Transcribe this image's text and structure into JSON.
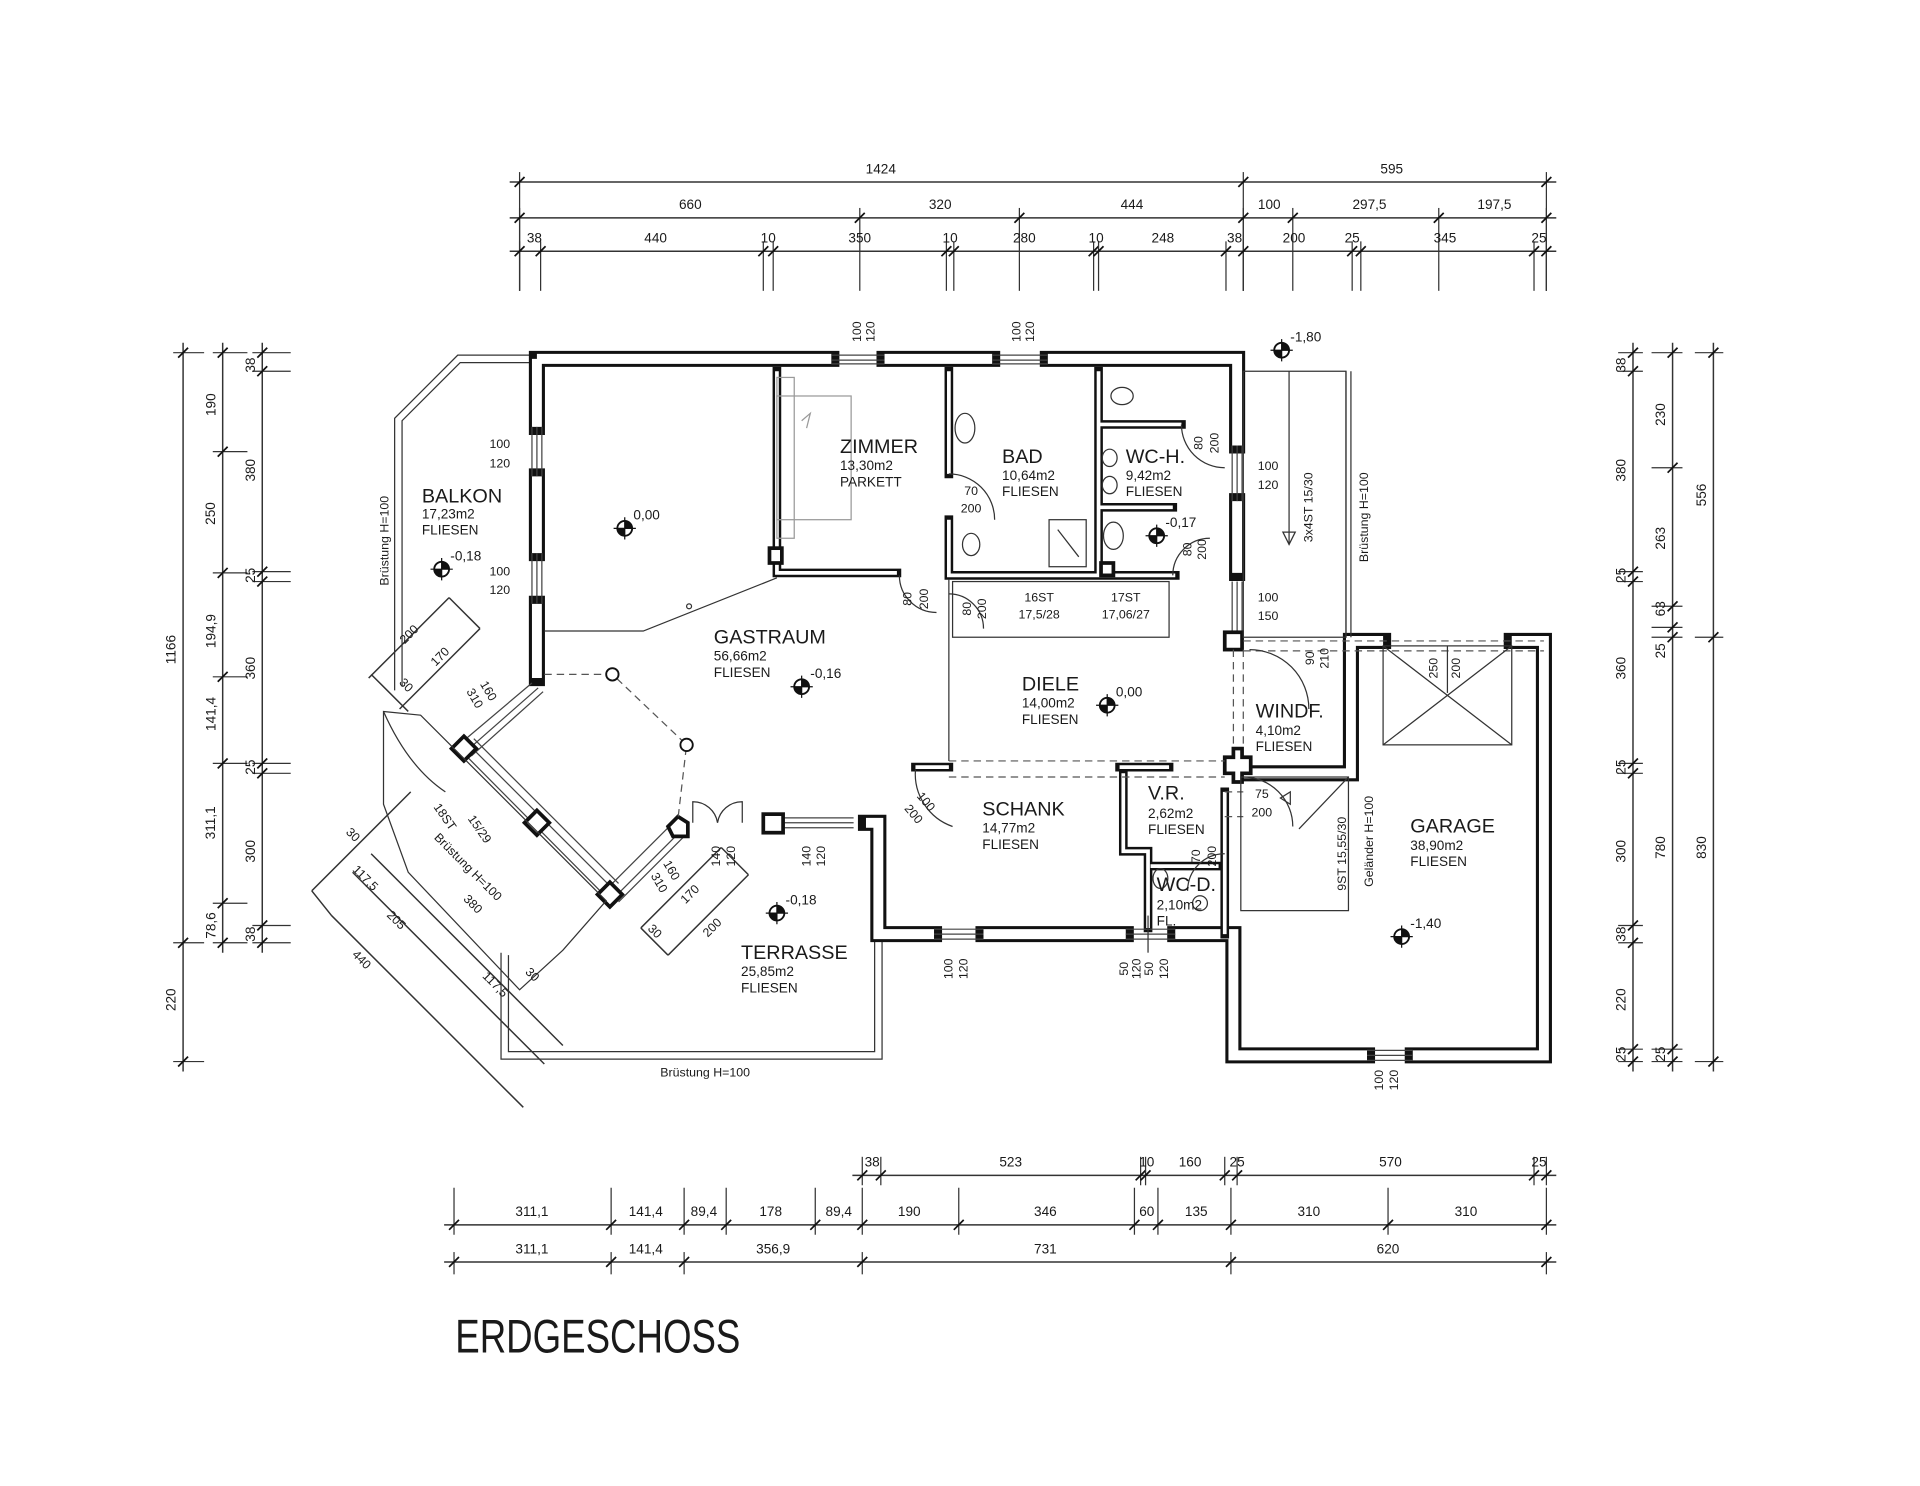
{
  "title": "ERDGESCHOSS",
  "rooms": [
    {
      "name": "BALKON",
      "area": "17,23m2",
      "floor": "FLIESEN"
    },
    {
      "name": "ZIMMER",
      "area": "13,30m2",
      "floor": "PARKETT"
    },
    {
      "name": "BAD",
      "area": "10,64m2",
      "floor": "FLIESEN"
    },
    {
      "name": "WC-H.",
      "area": "9,42m2",
      "floor": "FLIESEN"
    },
    {
      "name": "GASTRAUM",
      "area": "56,66m2",
      "floor": "FLIESEN"
    },
    {
      "name": "DIELE",
      "area": "14,00m2",
      "floor": "FLIESEN"
    },
    {
      "name": "WINDF.",
      "area": "4,10m2",
      "floor": "FLIESEN"
    },
    {
      "name": "SCHANK",
      "area": "14,77m2",
      "floor": "FLIESEN"
    },
    {
      "name": "V.R.",
      "area": "2,62m2",
      "floor": "FLIESEN"
    },
    {
      "name": "WC-D.",
      "area": "2,10m2",
      "floor": "FL."
    },
    {
      "name": "GARAGE",
      "area": "38,90m2",
      "floor": "FLIESEN"
    },
    {
      "name": "TERRASSE",
      "area": "25,85m2",
      "floor": "FLIESEN"
    }
  ],
  "levels": [
    "-1,80",
    "0,00",
    "-0,18",
    "-0,17",
    "-0,16",
    "0,00",
    "-0,18",
    "-1,40"
  ],
  "labels": [
    "100",
    "120",
    "100",
    "120",
    "100",
    "120",
    "100",
    "120",
    "100",
    "120",
    "100",
    "150",
    "70",
    "200",
    "80",
    "200",
    "80",
    "200",
    "80",
    "200",
    "80",
    "200",
    "16ST",
    "17,5/28",
    "17ST",
    "17,06/27",
    "3x4ST  15/30",
    "Brüstung  H=100",
    "90",
    "210",
    "250",
    "200",
    "75",
    "200",
    "9ST  15,55/30",
    "Geländer  H=100",
    "70",
    "200",
    "100",
    "200",
    "Brüstung  H=100",
    "Brüstung  H=100",
    "Brüstung  H=100",
    "18ST",
    "15/29",
    "200",
    "170",
    "160",
    "310",
    "30",
    "117,5",
    "205",
    "440",
    "380",
    "117,5",
    "30",
    "30",
    "140",
    "120",
    "140",
    "120",
    "160",
    "310",
    "170",
    "200",
    "30",
    "100",
    "120",
    "50",
    "120",
    "50",
    "120",
    "100",
    "120"
  ],
  "dims": {
    "top": [
      [
        "1424",
        "595"
      ],
      [
        "660",
        "320",
        "444",
        "100",
        "297,5",
        "197,5"
      ],
      [
        "38",
        "440",
        "10",
        "350",
        "10",
        "280",
        "10",
        "248",
        "38",
        "200",
        "25",
        "345",
        "25"
      ]
    ],
    "bottom": [
      [
        "38",
        "523",
        "10",
        "160",
        "25",
        "570",
        "25"
      ],
      [
        "311,1",
        "141,4",
        "89,4",
        "178",
        "89,4",
        "190",
        "346",
        "60",
        "135",
        "310",
        "310"
      ],
      [
        "311,1",
        "141,4",
        "356,9",
        "731",
        "620"
      ]
    ],
    "left": [
      [
        "1166",
        "220"
      ],
      [
        "190",
        "250",
        "194,9",
        "141,4",
        "311,1",
        "78,6"
      ],
      [
        "38",
        "380",
        "25",
        "360",
        "25",
        "300",
        "38"
      ]
    ],
    "right": [
      [
        "38",
        "380",
        "25",
        "360",
        "25",
        "300",
        "38",
        "220",
        "25"
      ],
      [
        "230",
        "263",
        "63",
        "25",
        "780",
        "25"
      ],
      [
        "556",
        "830"
      ]
    ]
  }
}
